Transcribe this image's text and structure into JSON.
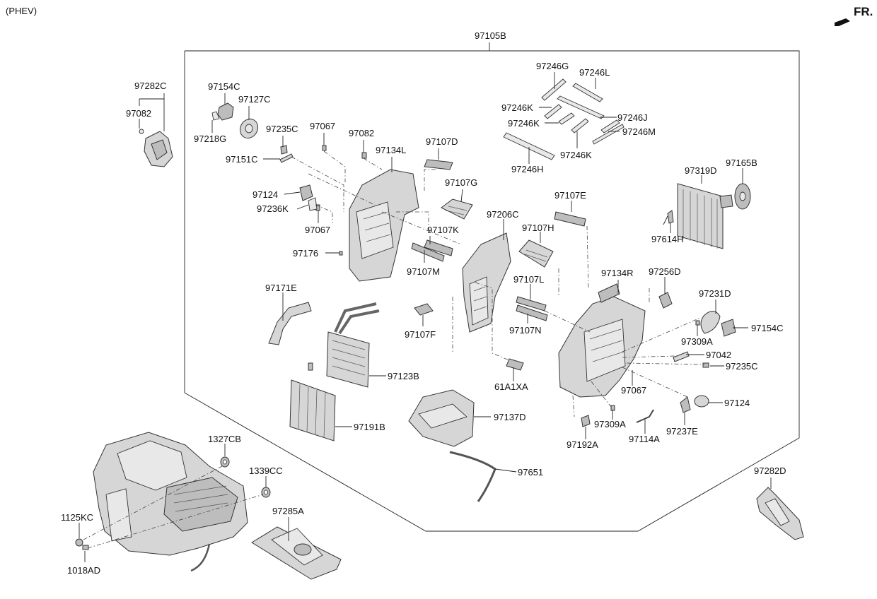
{
  "header": {
    "variant": "(PHEV)",
    "front_marker": "FR."
  },
  "assembly_label": "97105B",
  "labels": {
    "l97282C": "97282C",
    "l97082a": "97082",
    "l97154Ca": "97154C",
    "l97127C": "97127C",
    "l97218G": "97218G",
    "l97235Ca": "97235C",
    "l97067a": "97067",
    "l97082b": "97082",
    "l97151C": "97151C",
    "l97134L": "97134L",
    "l97107D": "97107D",
    "l97124a": "97124",
    "l97107G": "97107G",
    "l97236K": "97236K",
    "l97067b": "97067",
    "l97107K": "97107K",
    "l97176": "97176",
    "l97107M": "97107M",
    "l97171E": "97171E",
    "l97107F": "97107F",
    "l97123B": "97123B",
    "l97191B": "97191B",
    "l97137D": "97137D",
    "l97651": "97651",
    "l1327CB": "1327CB",
    "l1339CC": "1339CC",
    "l1125KC": "1125KC",
    "l1018AD": "1018AD",
    "l97285A": "97285A",
    "l97246G": "97246G",
    "l97246L": "97246L",
    "l97246Ka": "97246K",
    "l97246J": "97246J",
    "l97246Kb": "97246K",
    "l97246M": "97246M",
    "l97246Kc": "97246K",
    "l97246H": "97246H",
    "l97319D": "97319D",
    "l97165B": "97165B",
    "l97614H": "97614H",
    "l97107E": "97107E",
    "l97206C": "97206C",
    "l97107H": "97107H",
    "l97134R": "97134R",
    "l97256D": "97256D",
    "l97107L": "97107L",
    "l97231D": "97231D",
    "l97154Cb": "97154C",
    "l97107N": "97107N",
    "l97309Aa": "97309A",
    "l97042": "97042",
    "l97235Cb": "97235C",
    "l61A1XA": "61A1XA",
    "l97067c": "97067",
    "l97124b": "97124",
    "l97309Ab": "97309A",
    "l97237E": "97237E",
    "l97114A": "97114A",
    "l97192A": "97192A",
    "l97282D": "97282D"
  }
}
